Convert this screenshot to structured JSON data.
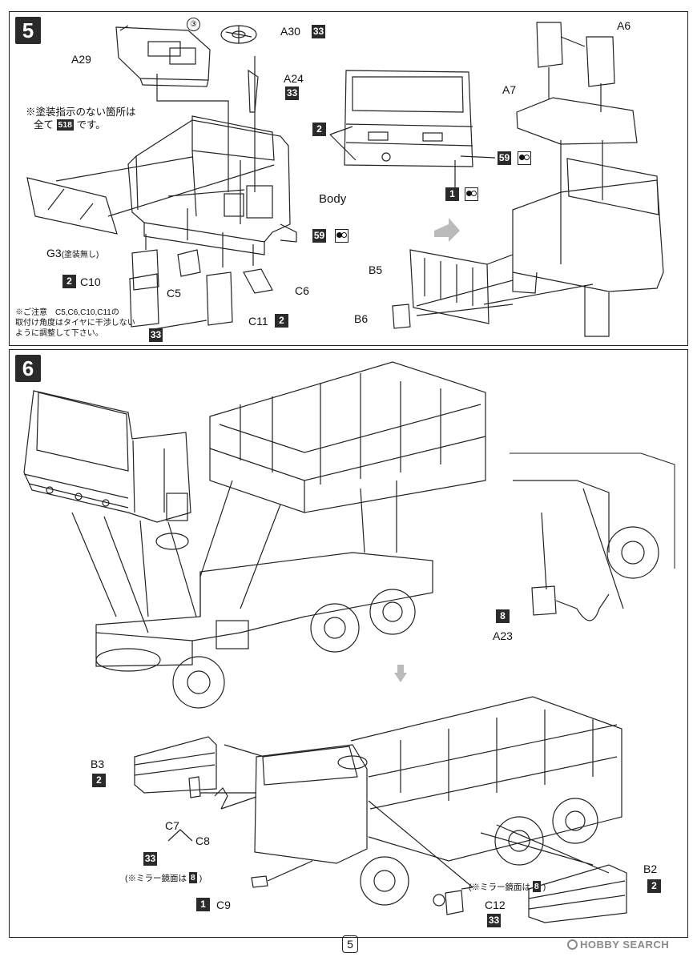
{
  "step5": {
    "number": "5",
    "labels": {
      "a29": "A29",
      "circle3": "③",
      "a30": "A30",
      "a30_color": "33",
      "a24": "A24",
      "a24_color": "33",
      "note_line1": "※塗装指示のない箇所は",
      "note_line2_pre": "全て",
      "note_line2_color": "518",
      "note_line2_post": "です。",
      "body": "Body",
      "body_color": "59",
      "g3": "G3",
      "g3_note": "(塗装無し)",
      "c10_color": "2",
      "c10": "C10",
      "c5": "C5",
      "c6": "C6",
      "c11": "C11",
      "c11_color": "2",
      "c_color33": "33",
      "caution_line1": "※ご注意　C5,C6,C10,C11の",
      "caution_line2": "取付け角度はタイヤに干渉しない",
      "caution_line3": "ように調整して下さい。",
      "grille_color2": "2",
      "grille_color59": "59",
      "grille_color1": "1",
      "a6": "A6",
      "a7": "A7",
      "b5": "B5",
      "b6": "B6"
    }
  },
  "step6": {
    "number": "6",
    "labels": {
      "color8": "8",
      "a23": "A23",
      "b3": "B3",
      "b3_color": "2",
      "c7": "C7",
      "c8": "C8",
      "c78_color": "33",
      "mirror_note_left_pre": "(※ミラー鏡面は",
      "mirror_color_left": "8",
      "mirror_note_left_post": ")",
      "c9_color": "1",
      "c9": "C9",
      "mirror_note_right_pre": "(※ミラー鏡面は",
      "mirror_color_right": "8",
      "mirror_note_right_post": ")",
      "c12": "C12",
      "c12_color": "33",
      "b2": "B2",
      "b2_color": "2"
    }
  },
  "footer": {
    "page_number": "5",
    "watermark": "HOBBY SEARCH"
  }
}
